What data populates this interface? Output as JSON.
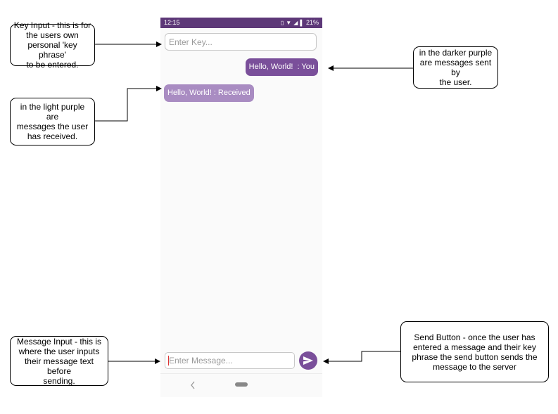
{
  "annotations": {
    "key_input": "Key Input - this is for\nthe users own\npersonal 'key phrase'\nto be entered.",
    "sent_messages": "in the darker purple\nare messages sent by\nthe user.",
    "received_messages": "in the light purple are\nmessages the user\nhas received.",
    "message_input": "Message Input - this is\nwhere the user inputs\ntheir message text before\nsending.",
    "send_button": "Send Button - once the user has\nentered a message and their key\nphrase the send button sends the\nmessage to the server"
  },
  "phone": {
    "status_bar": {
      "time": "12:15",
      "battery": "21%",
      "background_color": "#5d3878"
    },
    "key_input": {
      "placeholder": "Enter Key...",
      "value": ""
    },
    "messages": {
      "sent": {
        "text": "Hello, World!  : You",
        "color": "#7a4f9a"
      },
      "received": {
        "text": "Hello, World! : Received",
        "color": "#a98cc2"
      }
    },
    "message_input": {
      "placeholder": "Enter Message...",
      "value": ""
    },
    "send_button": {
      "icon": "send-icon",
      "color": "#7a4f9a"
    },
    "nav": {
      "back_icon": "back-chevron-icon",
      "home_icon": "home-pill-icon"
    }
  }
}
